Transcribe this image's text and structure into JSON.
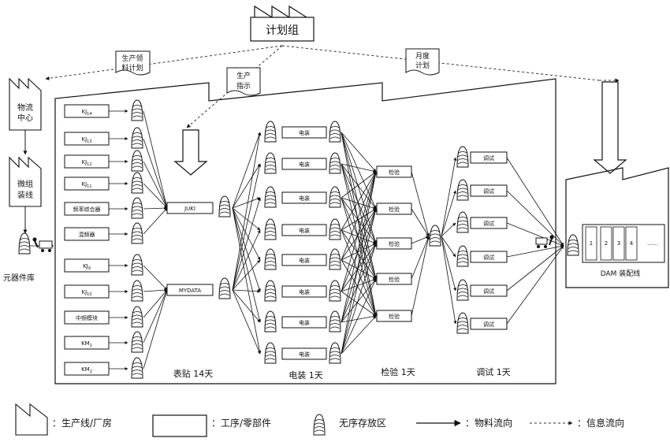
{
  "top": {
    "planning_group": "计划组"
  },
  "documents": {
    "production_material_plan": [
      "生产领",
      "料计划"
    ],
    "production_instruction": [
      "生产",
      "指示"
    ],
    "monthly_plan": [
      "月度",
      "计划"
    ]
  },
  "left_side": {
    "logistics_center": [
      "物流",
      "中心"
    ],
    "micro_assembly_line": [
      "微组",
      "装线"
    ],
    "component_warehouse": "元器件库"
  },
  "parts": [
    {
      "base": "KJ",
      "sub": "14"
    },
    {
      "base": "KJ",
      "sub": "13"
    },
    {
      "base": "KJ",
      "sub": "12"
    },
    {
      "base": "KJ",
      "sub": "11"
    },
    {
      "base": "频率综合器",
      "sub": ""
    },
    {
      "base": "混频器",
      "sub": ""
    },
    {
      "base": "KJ",
      "sub": "9"
    },
    {
      "base": "KJ",
      "sub": "10"
    },
    {
      "base": "中频模块",
      "sub": ""
    },
    {
      "base": "KM",
      "sub": "1"
    },
    {
      "base": "KM",
      "sub": "2"
    }
  ],
  "smt_lines": [
    "JUKI",
    "MYDATA"
  ],
  "assembly_boxes": [
    "电装",
    "电装",
    "电装",
    "电装",
    "电装",
    "电装",
    "电装",
    "电装"
  ],
  "inspection_boxes": [
    "检验",
    "检验",
    "检验",
    "检验",
    "检验"
  ],
  "debug_boxes": [
    "调试",
    "调试",
    "调试",
    "调试",
    "调试",
    "调试"
  ],
  "stage_labels": {
    "smt": "表贴 14天",
    "assembly": "电装 1天",
    "inspection": "检验 1天",
    "debug": "调试 1天"
  },
  "dam": {
    "label": "DAM  装配线",
    "slots": [
      "1",
      "2",
      "3",
      "4",
      "……"
    ]
  },
  "legend": {
    "factory": "：生产线/厂房",
    "process": "：工序/零部件",
    "buffer": "无序存放区",
    "material_flow": "：物料流向",
    "info_flow": "：信息流向"
  }
}
